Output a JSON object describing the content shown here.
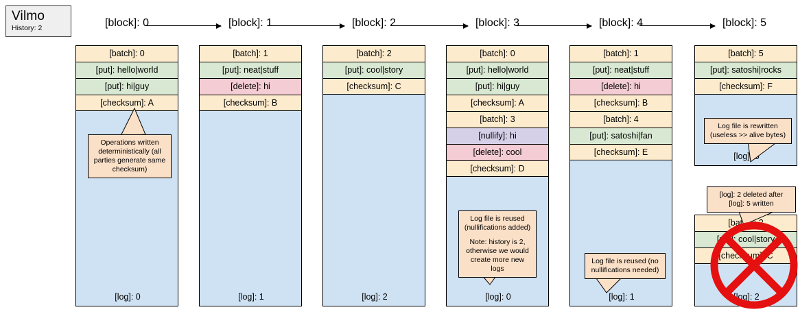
{
  "title": {
    "name": "Vilmo",
    "history": "History: 2"
  },
  "chain": {
    "labels": [
      "[block]: 0",
      "[block]: 1",
      "[block]: 2",
      "[block]: 3",
      "[block]: 4",
      "[block]: 5"
    ]
  },
  "colors": {
    "batch": "#fdebcd",
    "put": "#d8e8d2",
    "delete": "#f4ccd3",
    "nullify": "#d6cfe8",
    "checksum": "#fdebcd",
    "log_body": "#cfe2f3",
    "callout": "#fbe0c8",
    "cross": "#e51010",
    "title_box": "#efefef"
  },
  "columns": [
    {
      "id": "block-0",
      "rows": [
        {
          "kind": "batch",
          "text": "[batch]: 0"
        },
        {
          "kind": "put",
          "text": "[put]: hello|world"
        },
        {
          "kind": "put",
          "text": "[put]: hi|guy"
        },
        {
          "kind": "checksum",
          "text": "[checksum]: A"
        }
      ],
      "log_tag": "[log]: 0",
      "callout": {
        "lines": [
          "Operations written",
          "deterministically (all",
          "parties generate same",
          "checksum)"
        ]
      }
    },
    {
      "id": "block-1",
      "rows": [
        {
          "kind": "batch",
          "text": "[batch]: 1"
        },
        {
          "kind": "put",
          "text": "[put]: neat|stuff"
        },
        {
          "kind": "delete",
          "text": "[delete]: hi"
        },
        {
          "kind": "checksum",
          "text": "[checksum]: B"
        }
      ],
      "log_tag": "[log]: 1",
      "callout": null
    },
    {
      "id": "block-2",
      "rows": [
        {
          "kind": "batch",
          "text": "[batch]: 2"
        },
        {
          "kind": "put",
          "text": "[put]: cool|story"
        },
        {
          "kind": "checksum",
          "text": "[checksum]: C"
        }
      ],
      "log_tag": "[log]: 2",
      "callout": null
    },
    {
      "id": "block-3",
      "rows": [
        {
          "kind": "batch",
          "text": "[batch]: 0"
        },
        {
          "kind": "put",
          "text": "[put]: hello|world"
        },
        {
          "kind": "put",
          "text": "[put]: hi|guy"
        },
        {
          "kind": "checksum",
          "text": "[checksum]: A"
        },
        {
          "kind": "batch",
          "text": "[batch]: 3"
        },
        {
          "kind": "nullify",
          "text": "[nullify]: hi"
        },
        {
          "kind": "delete",
          "text": "[delete]: cool"
        },
        {
          "kind": "checksum",
          "text": "[checksum]: D"
        }
      ],
      "log_tag": "[log]: 0",
      "callout": {
        "lines": [
          "Log file is reused",
          "(nullifications added)",
          "",
          "Note: history is 2,",
          "otherwise we would",
          "create more new logs"
        ]
      }
    },
    {
      "id": "block-4",
      "rows": [
        {
          "kind": "batch",
          "text": "[batch]: 1"
        },
        {
          "kind": "put",
          "text": "[put]: neat|stuff"
        },
        {
          "kind": "delete",
          "text": "[delete]: hi"
        },
        {
          "kind": "checksum",
          "text": "[checksum]: B"
        },
        {
          "kind": "batch",
          "text": "[batch]: 4"
        },
        {
          "kind": "put",
          "text": "[put]: satoshi|fan"
        },
        {
          "kind": "checksum",
          "text": "[checksum]: E"
        }
      ],
      "log_tag": "[log]: 1",
      "callout": {
        "lines": [
          "Log file is reused (no",
          "nullifications needed)"
        ]
      }
    },
    {
      "id": "block-5",
      "rows": [
        {
          "kind": "batch",
          "text": "[batch]: 5"
        },
        {
          "kind": "put",
          "text": "[put]: satoshi|rocks"
        },
        {
          "kind": "checksum",
          "text": "[checksum]: F"
        }
      ],
      "log_tag": "[log]: 5",
      "callout": {
        "lines": [
          "Log file is rewritten",
          "(useless >> alive bytes)"
        ]
      }
    }
  ],
  "deleted_block": {
    "id": "deleted-log-2",
    "rows": [
      {
        "kind": "batch",
        "text": "[batch]: 2"
      },
      {
        "kind": "put",
        "text": "[put]: cool|story"
      },
      {
        "kind": "checksum",
        "text": "[checksum]: C"
      }
    ],
    "log_tag": "[log]: 2",
    "callout": {
      "lines": [
        "[log]: 2 deleted after",
        "[log]: 5 written"
      ]
    },
    "cross_icon": "no-entry-cross-icon"
  }
}
